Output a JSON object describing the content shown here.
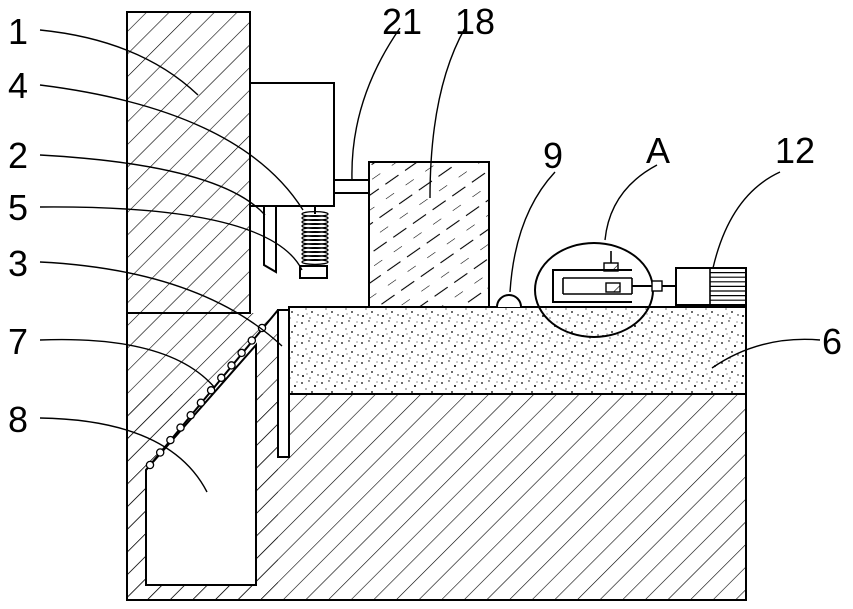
{
  "labels": {
    "l1": "1",
    "l4": "4",
    "l2": "2",
    "l5": "5",
    "l3": "3",
    "l7": "7",
    "l8": "8",
    "l21": "21",
    "l18": "18",
    "l9": "9",
    "lA": "A",
    "l12": "12",
    "l6": "6"
  },
  "colors": {
    "stroke": "#000000",
    "background": "#ffffff"
  }
}
